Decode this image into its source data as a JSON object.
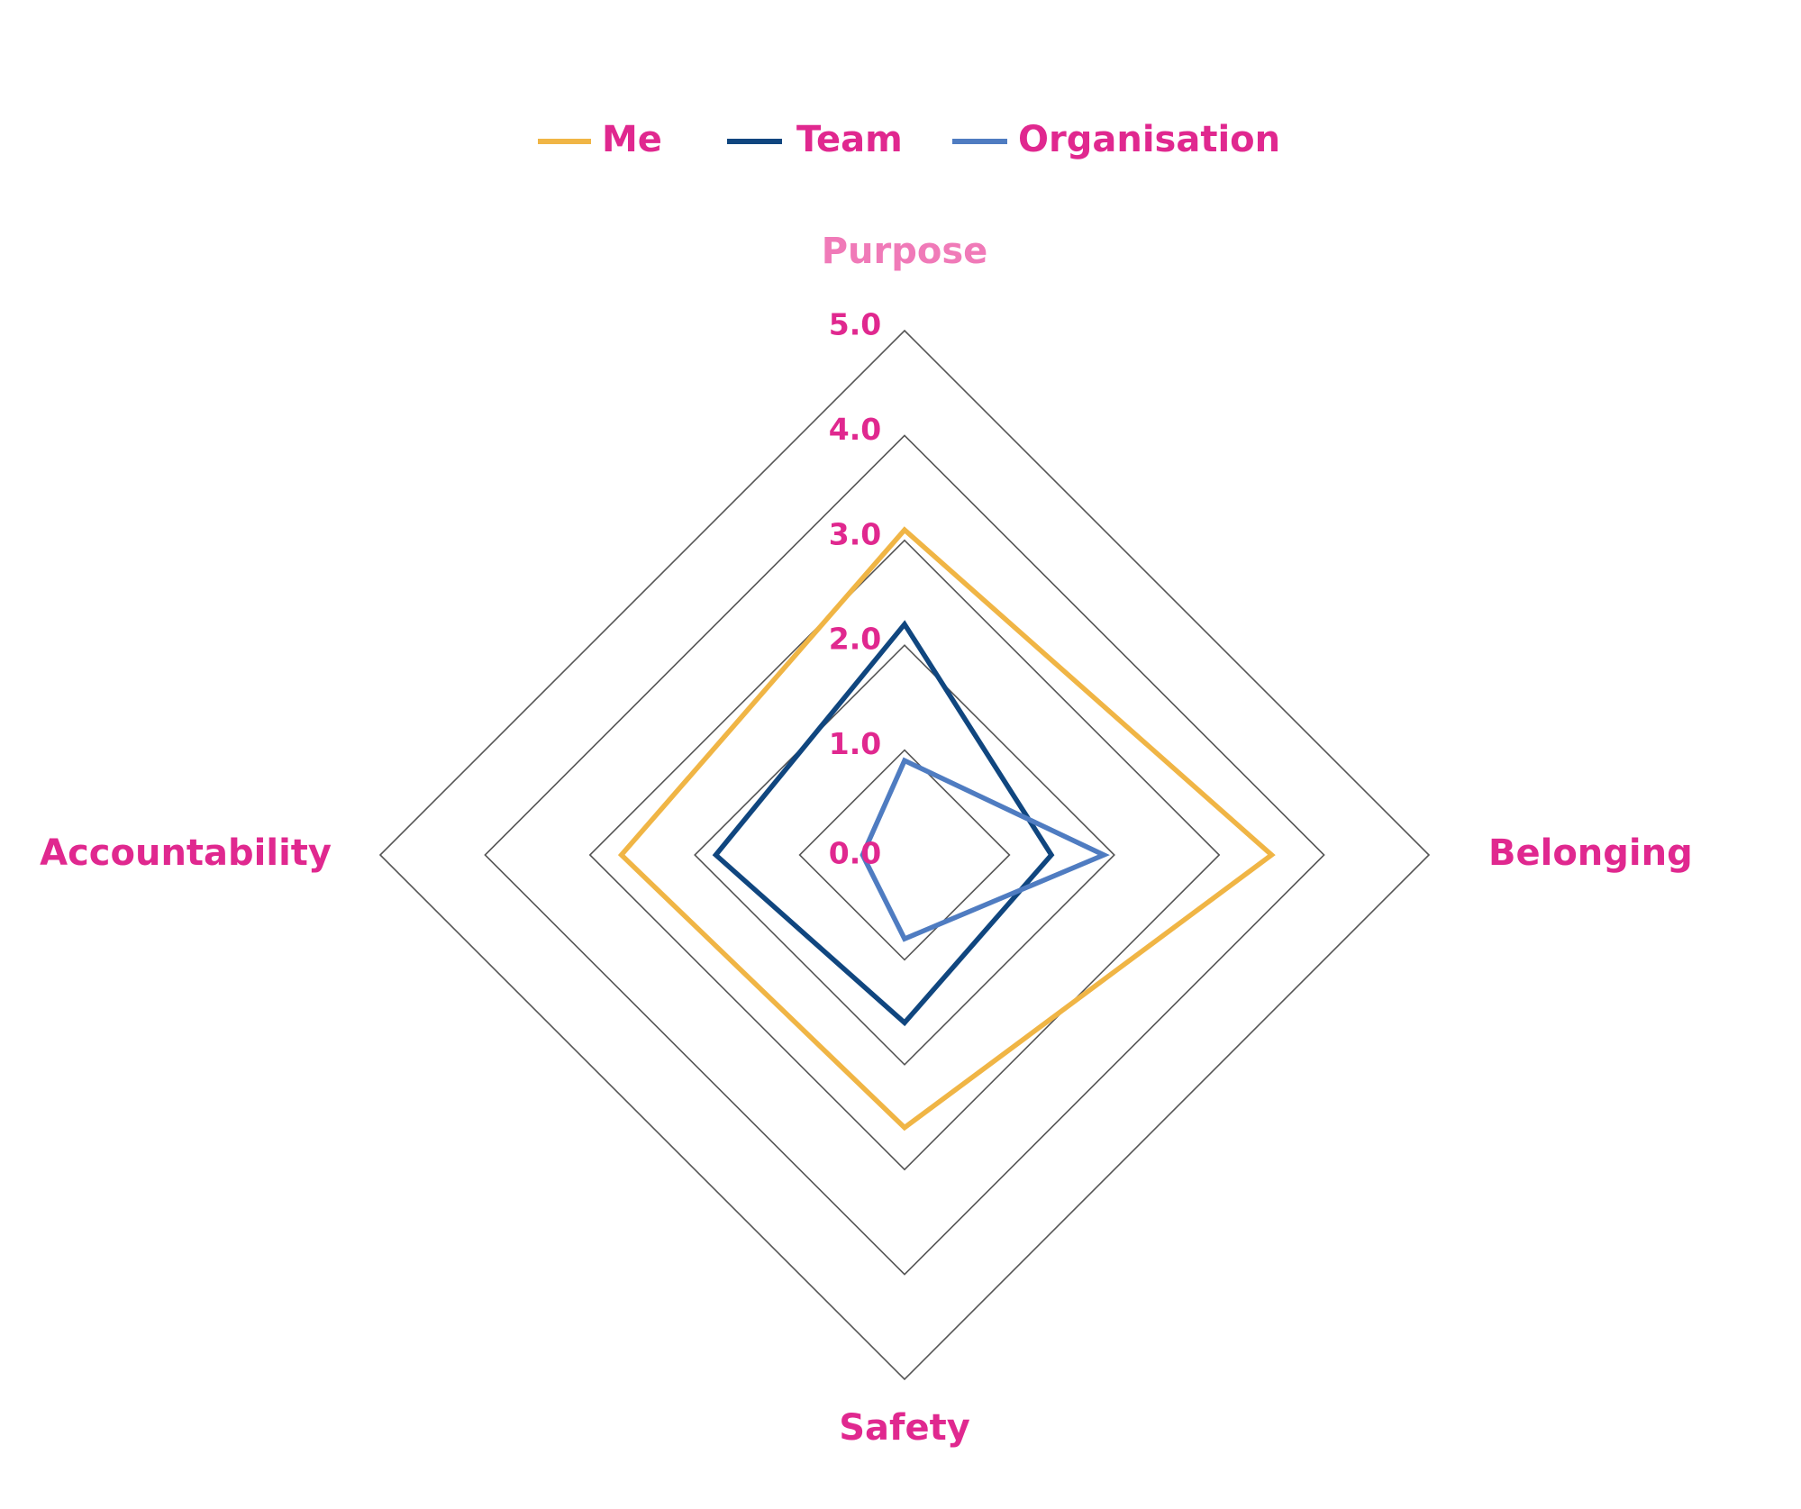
{
  "chart_data": {
    "type": "radar",
    "title": "",
    "axes": [
      "Purpose",
      "Belonging",
      "Safety",
      "Accountability"
    ],
    "range": [
      0,
      5
    ],
    "ticks": [
      "0.0",
      "1.0",
      "2.0",
      "3.0",
      "4.0",
      "5.0"
    ],
    "tick_values": [
      0,
      1,
      2,
      3,
      4,
      5
    ],
    "legend": {
      "position": "top-center"
    },
    "series": [
      {
        "name": "Me",
        "color": "#f0b545",
        "values": [
          3.1,
          3.5,
          2.6,
          2.7
        ]
      },
      {
        "name": "Team",
        "color": "#10467f",
        "values": [
          2.2,
          1.4,
          1.6,
          1.8
        ]
      },
      {
        "name": "Organisation",
        "color": "#4f7cc1",
        "values": [
          0.9,
          1.9,
          0.8,
          0.4
        ]
      }
    ]
  },
  "colors": {
    "label": "#e0288f",
    "label_highlight": "#f07ab8",
    "grid": "#555555"
  }
}
